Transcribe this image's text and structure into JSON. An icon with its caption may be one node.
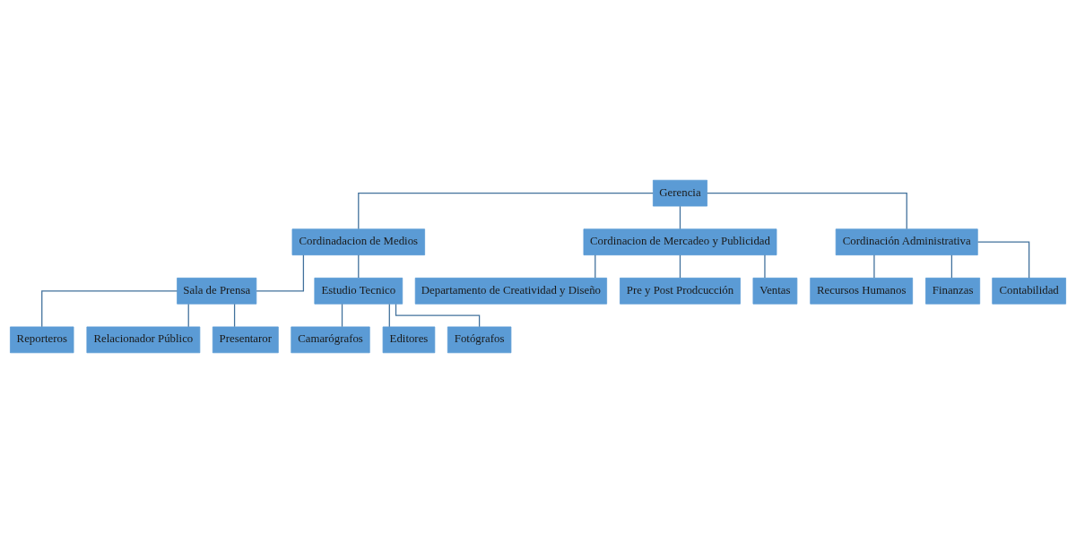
{
  "diagram": {
    "nodes": [
      {
        "text": [
          "Gerencia"
        ]
      },
      {
        "text": [
          "Cordinadacion de Medios"
        ]
      },
      {
        "text": [
          "Cordinacion de Mercadeo y Publicidad"
        ]
      },
      {
        "text": [
          "Cordinación Administrativa"
        ]
      },
      {
        "text": [
          "Sala de Prensa"
        ]
      },
      {
        "text": [
          "Estudio Tecnico"
        ]
      },
      {
        "text": [
          "Reporteros"
        ]
      },
      {
        "text": [
          "Relacionador Público"
        ]
      },
      {
        "text": [
          "Presentaror"
        ]
      },
      {
        "text": [
          "Camarógrafos"
        ]
      },
      {
        "text": [
          "Editores"
        ]
      },
      {
        "text": [
          "Fotógrafos"
        ]
      },
      {
        "text": [
          "Departamento de Creatividad y Diseño"
        ]
      },
      {
        "text": [
          "Pre y Post Prodcucción"
        ]
      },
      {
        "text": [
          "Ventas"
        ]
      },
      {
        "text": [
          "Recursos Humanos"
        ]
      },
      {
        "text": [
          "Finanzas"
        ]
      },
      {
        "text": [
          "Contabilidad"
        ]
      }
    ],
    "edges": [
      {
        "from": 0,
        "to": 1,
        "arrow": "none"
      },
      {
        "from": 0,
        "to": 2,
        "arrow": "none"
      },
      {
        "from": 0,
        "to": 3,
        "arrow": "none"
      },
      {
        "from": 1,
        "to": 4,
        "arrow": "none"
      },
      {
        "from": 1,
        "to": 5,
        "arrow": "none"
      },
      {
        "from": 4,
        "to": 6,
        "arrow": "none"
      },
      {
        "from": 4,
        "to": 7,
        "arrow": "none"
      },
      {
        "from": 4,
        "to": 8,
        "arrow": "none"
      },
      {
        "from": 5,
        "to": 9,
        "arrow": "none"
      },
      {
        "from": 5,
        "to": 10,
        "arrow": "none"
      },
      {
        "from": 5,
        "to": 11,
        "arrow": "none"
      },
      {
        "from": 2,
        "to": 12,
        "arrow": "none"
      },
      {
        "from": 2,
        "to": 13,
        "arrow": "none"
      },
      {
        "from": 2,
        "to": 14,
        "arrow": "none"
      },
      {
        "from": 3,
        "to": 15,
        "arrow": "none"
      },
      {
        "from": 3,
        "to": 16,
        "arrow": "none"
      },
      {
        "from": 3,
        "to": 17,
        "arrow": "none"
      }
    ]
  }
}
